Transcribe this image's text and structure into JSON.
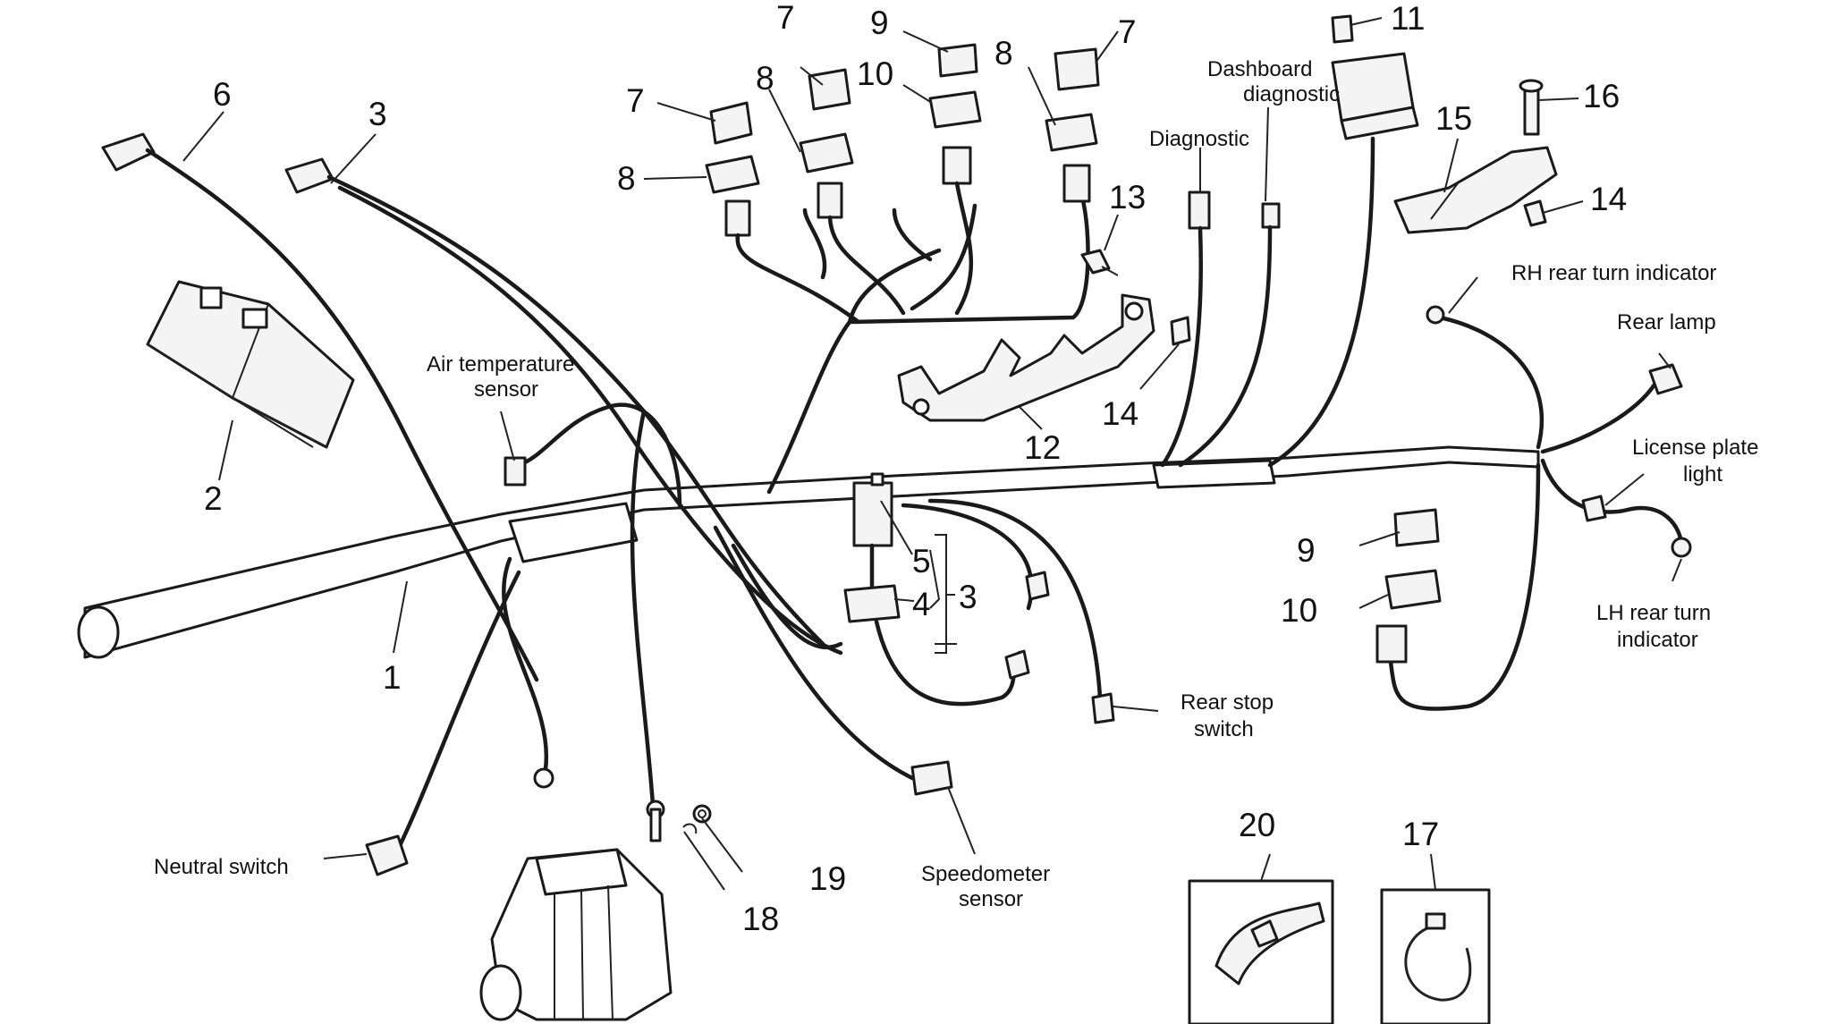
{
  "callouts": {
    "n1": "1",
    "n2": "2",
    "n3a": "3",
    "n3b": "3",
    "n4": "4",
    "n5": "5",
    "n6": "6",
    "n7a": "7",
    "n7b": "7",
    "n7c": "7",
    "n8a": "8",
    "n8b": "8",
    "n8c": "8",
    "n9a": "9",
    "n9b": "9",
    "n10a": "10",
    "n10b": "10",
    "n11": "11",
    "n12": "12",
    "n13": "13",
    "n14a": "14",
    "n14b": "14",
    "n15": "15",
    "n16": "16",
    "n17": "17",
    "n18": "18",
    "n19": "19",
    "n20": "20"
  },
  "labels": {
    "air_temp_1": "Air temperature",
    "air_temp_2": "sensor",
    "dash_diag_1": "Dashboard",
    "dash_diag_2": "diagnostic",
    "diagnostic": "Diagnostic",
    "rh_rear": "RH rear turn indicator",
    "rear_lamp": "Rear lamp",
    "license_1": "License plate",
    "license_2": "light",
    "lh_rear_1": "LH rear turn",
    "lh_rear_2": "indicator",
    "rear_stop_1": "Rear stop",
    "rear_stop_2": "switch",
    "speedo_1": "Speedometer",
    "speedo_2": "sensor",
    "neutral": "Neutral switch"
  }
}
